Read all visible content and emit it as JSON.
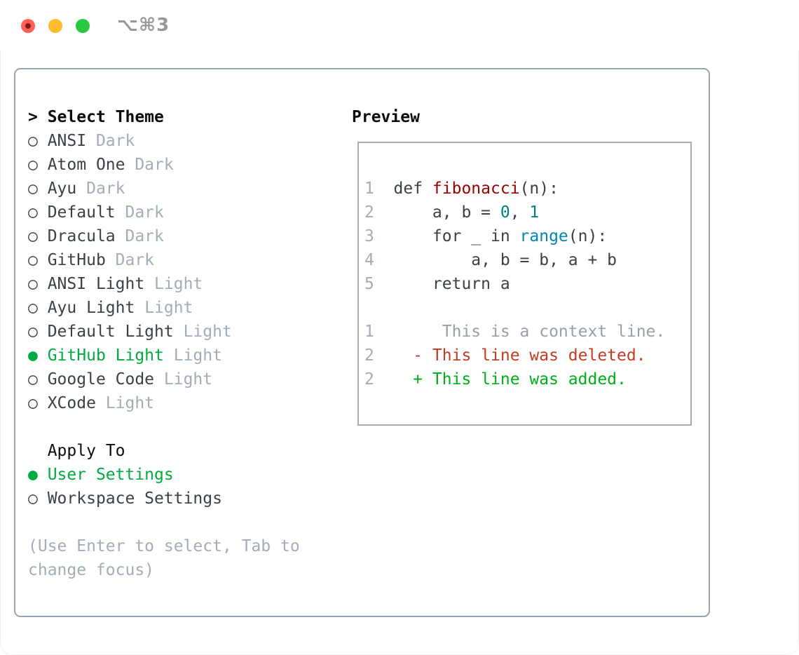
{
  "window": {
    "title": "⌥⌘3",
    "traffic_lights": {
      "close": "close-button",
      "minimize": "minimize-button",
      "zoom": "zoom-button"
    }
  },
  "icons": {
    "radio_selected_glyph": "●",
    "radio_unselected_glyph": "○",
    "prompt_glyph": ">"
  },
  "theme_panel": {
    "header_label": "Select Theme",
    "themes": [
      {
        "name": "ANSI",
        "variant": "Dark",
        "selected": false
      },
      {
        "name": "Atom One",
        "variant": "Dark",
        "selected": false
      },
      {
        "name": "Ayu",
        "variant": "Dark",
        "selected": false
      },
      {
        "name": "Default",
        "variant": "Dark",
        "selected": false
      },
      {
        "name": "Dracula",
        "variant": "Dark",
        "selected": false
      },
      {
        "name": "GitHub",
        "variant": "Dark",
        "selected": false
      },
      {
        "name": "ANSI Light",
        "variant": "Light",
        "selected": false
      },
      {
        "name": "Ayu Light",
        "variant": "Light",
        "selected": false
      },
      {
        "name": "Default Light",
        "variant": "Light",
        "selected": false
      },
      {
        "name": "GitHub Light",
        "variant": "Light",
        "selected": true
      },
      {
        "name": "Google Code",
        "variant": "Light",
        "selected": false
      },
      {
        "name": "XCode",
        "variant": "Light",
        "selected": false
      }
    ],
    "apply_to": {
      "label": "Apply To",
      "options": [
        {
          "name": "User Settings",
          "selected": true
        },
        {
          "name": "Workspace Settings",
          "selected": false
        }
      ]
    },
    "hint_lines": [
      "(Use Enter to select, Tab to",
      "change focus)"
    ]
  },
  "preview": {
    "label": "Preview",
    "lines": [
      {
        "num": "1",
        "segments": [
          {
            "text": "def ",
            "style": "fg"
          },
          {
            "text": "fibonacci",
            "style": "function"
          },
          {
            "text": "(n):",
            "style": "fg"
          }
        ]
      },
      {
        "num": "2",
        "segments": [
          {
            "text": "    a, b = ",
            "style": "fg"
          },
          {
            "text": "0",
            "style": "number"
          },
          {
            "text": ", ",
            "style": "fg"
          },
          {
            "text": "1",
            "style": "number"
          }
        ]
      },
      {
        "num": "3",
        "segments": [
          {
            "text": "    for _ in ",
            "style": "fg"
          },
          {
            "text": "range",
            "style": "builtin"
          },
          {
            "text": "(n):",
            "style": "fg"
          }
        ]
      },
      {
        "num": "4",
        "segments": [
          {
            "text": "        a, b = b, a + b",
            "style": "fg"
          }
        ]
      },
      {
        "num": "5",
        "segments": [
          {
            "text": "    return a",
            "style": "fg"
          }
        ]
      },
      {
        "num": "",
        "segments": []
      },
      {
        "num": "1",
        "segments": [
          {
            "text": "     This is a context line.",
            "style": "context"
          }
        ]
      },
      {
        "num": "2",
        "segments": [
          {
            "text": "  - This line was deleted.",
            "style": "deleted"
          }
        ]
      },
      {
        "num": "2",
        "segments": [
          {
            "text": "  + This line was added.",
            "style": "added"
          }
        ]
      }
    ]
  },
  "colors": {
    "accent_green": "#00ab41",
    "text_primary": "#3a4149",
    "text_heading": "#0b0d10",
    "text_muted": "#a3adb9",
    "panel_border": "#99a3ae",
    "preview_border": "#a6abb4",
    "code_function": "#990000",
    "code_number": "#008080",
    "code_builtin": "#0086b3",
    "diff_context": "#98a0a8",
    "diff_deleted": "#c53b22",
    "diff_added": "#00ae1b",
    "titlebar_text": "#96989d",
    "traffic_red": "#ff5f57",
    "traffic_yellow": "#febc2e",
    "traffic_green": "#28c840"
  }
}
